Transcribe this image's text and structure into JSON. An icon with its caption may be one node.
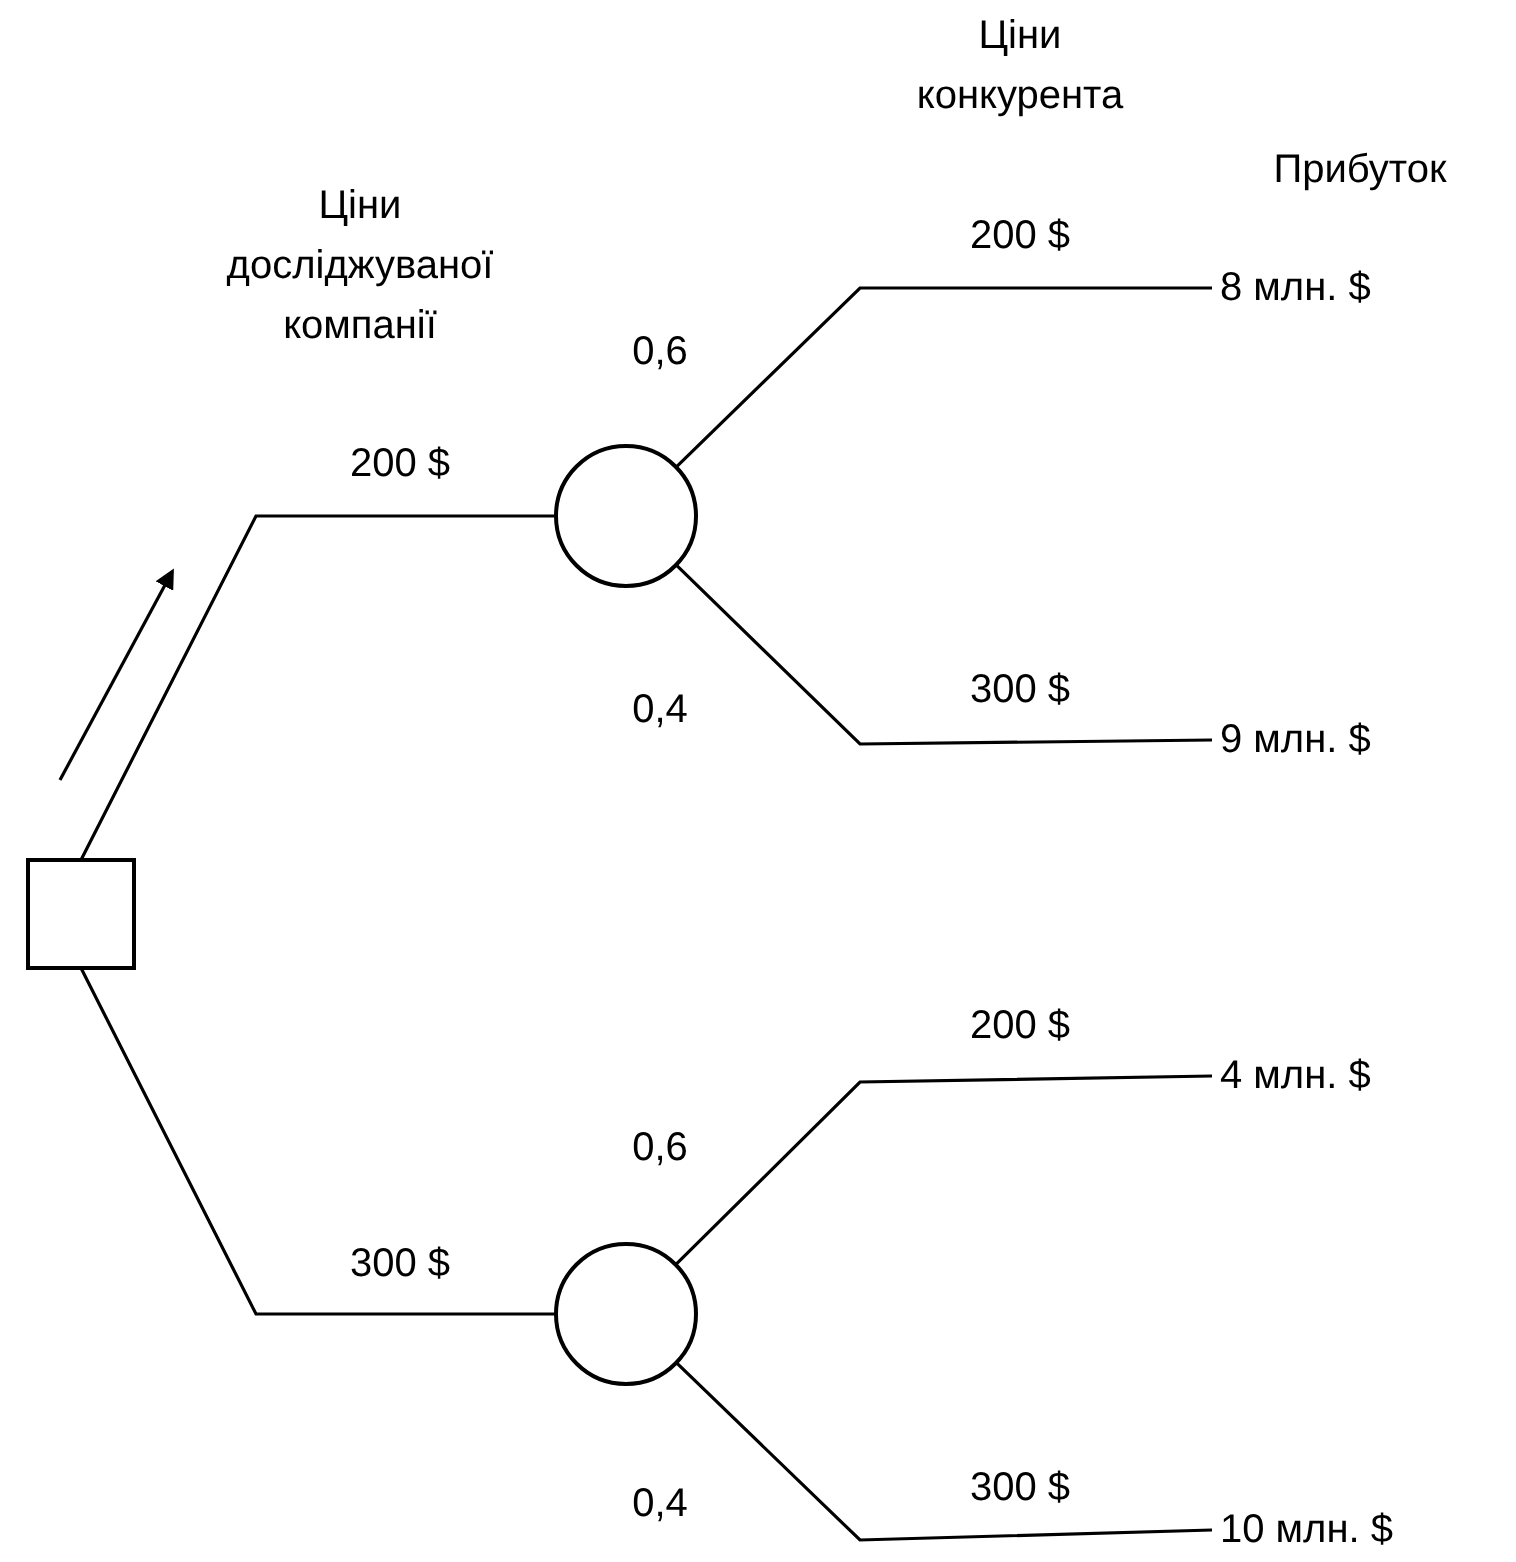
{
  "diagram": {
    "nodes": [
      {
        "text": [],
        "shape": "box"
      },
      {
        "text": [],
        "shape": "circle"
      },
      {
        "text": [],
        "shape": "circle"
      },
      {
        "text": [
          "8 млн. $"
        ]
      },
      {
        "text": [
          "9 млн. $"
        ]
      },
      {
        "text": [
          "4 млн. $"
        ]
      },
      {
        "text": [
          "10 млн. $"
        ]
      }
    ],
    "edges": [
      {
        "from": 0,
        "to": 1,
        "arrow": "none",
        "label": "200 $"
      },
      {
        "from": 0,
        "to": 2,
        "arrow": "none",
        "label": "300 $"
      },
      {
        "from": 1,
        "to": 3,
        "arrow": "none",
        "label": "200 $"
      },
      {
        "from": 1,
        "to": 4,
        "arrow": "none",
        "label": "300 $"
      },
      {
        "from": 2,
        "to": 5,
        "arrow": "none",
        "label": "200 $"
      },
      {
        "from": 2,
        "to": 6,
        "arrow": "none",
        "label": "300 $"
      }
    ],
    "labels": [
      "Ціни конкурента",
      "Прибуток",
      "Ціни досліджуваної компанії",
      "0,6",
      "0,4",
      "0,6",
      "0,4"
    ]
  }
}
